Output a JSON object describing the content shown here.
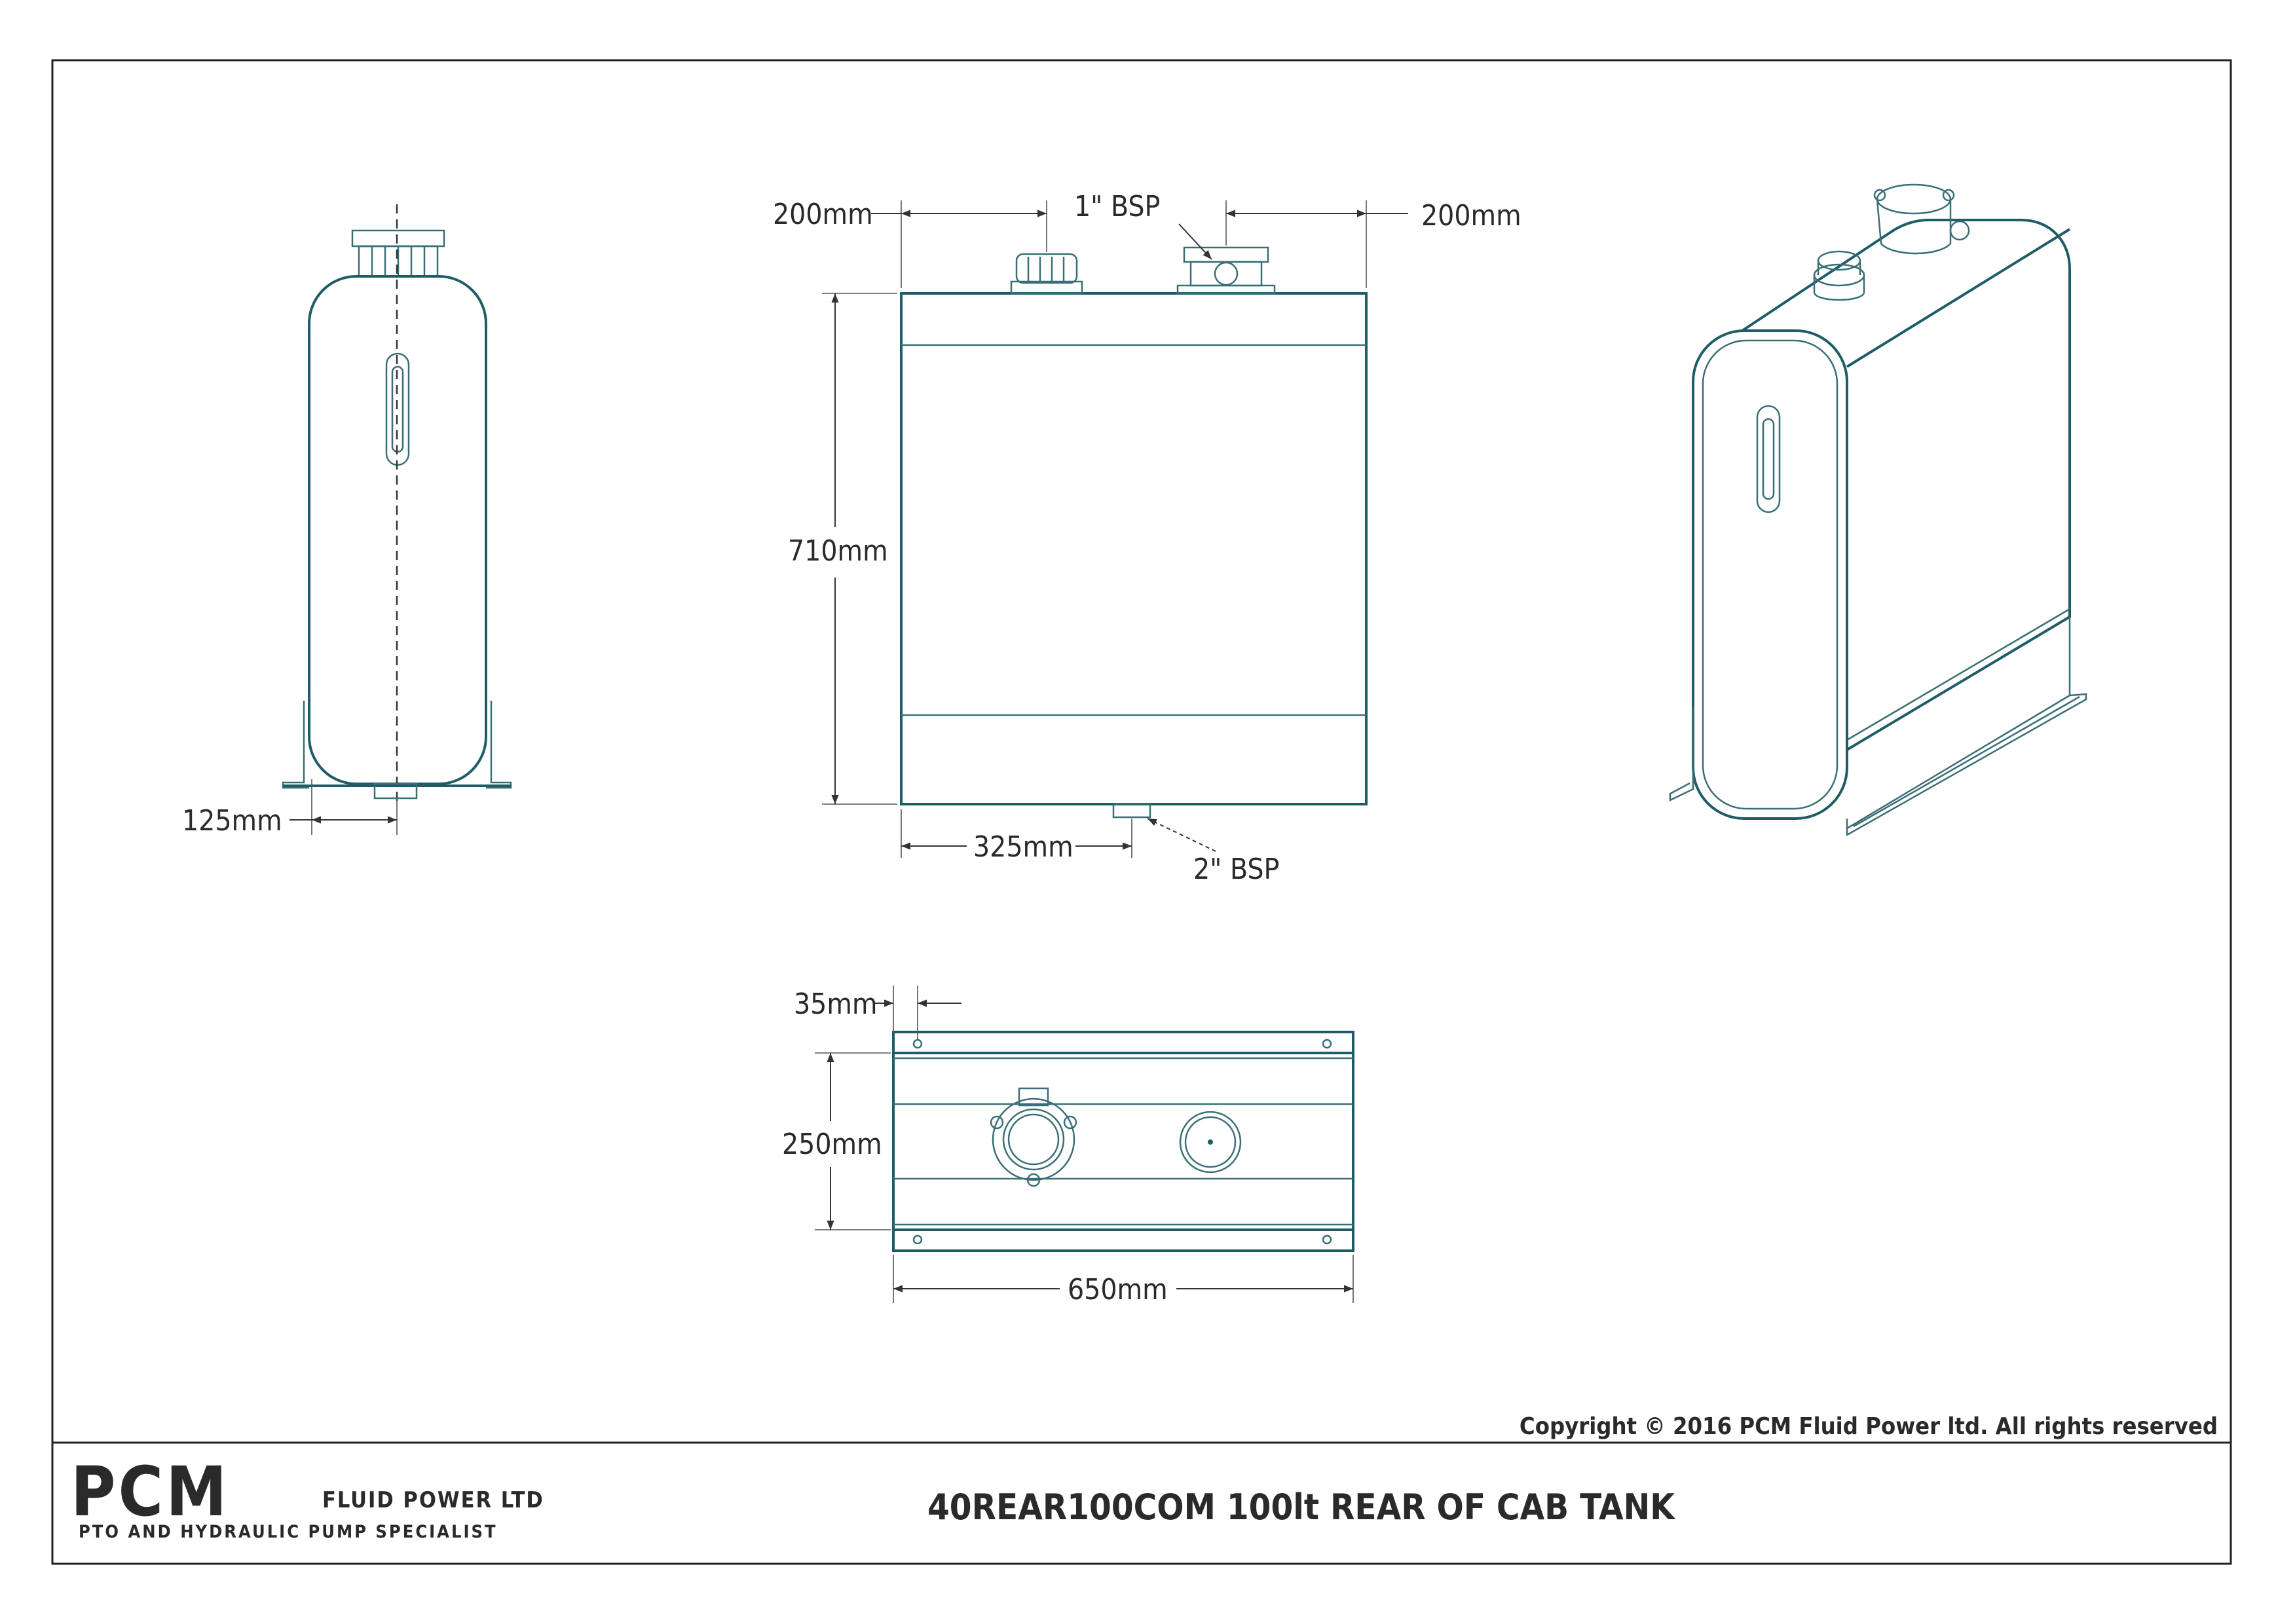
{
  "dimensions": {
    "side_width": "125mm",
    "top_left_offset": "200mm",
    "top_fitting": "1\" BSP",
    "top_right_offset": "200mm",
    "height": "710mm",
    "bottom_offset": "325mm",
    "bottom_fitting": "2\" BSP",
    "hole_offset": "35mm",
    "depth": "250mm",
    "length": "650mm"
  },
  "copyright": "Copyright © 2016 PCM Fluid Power ltd. All rights reserved",
  "title_block": {
    "logo_main": "PCM",
    "logo_company": "FLUID POWER LTD",
    "logo_tagline": "PTO AND HYDRAULIC PUMP SPECIALIST",
    "drawing_title": "40REAR100COM 100lt REAR OF CAB TANK"
  },
  "colors": {
    "logo_blue": "#1b8fd0",
    "outline": "#1f5d66"
  }
}
